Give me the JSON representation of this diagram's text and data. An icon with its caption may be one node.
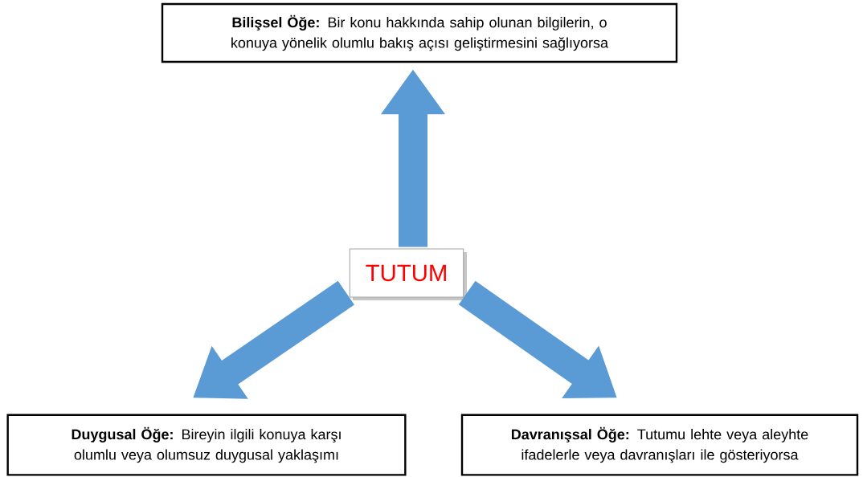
{
  "diagram": {
    "nodes": [
      {
        "text": [
          "**Bilişsel Öğe:** Bir konu hakkında sahip olunan bilgilerin, o konuya yönelik olumlu bakış açısı geliştirmesini sağlıyorsa"
        ]
      },
      {
        "text": [
          "TUTUM"
        ]
      },
      {
        "text": [
          "**Duygusal Öğe:** Bireyin ilgili konuya karşı olumlu veya olumsuz duygusal yaklaşımı"
        ]
      },
      {
        "text": [
          "**Davranışsal Öğe:** Tutumu lehte veya aleyhte ifadelerle veya davranışları ile gösteriyorsa"
        ]
      }
    ],
    "edges": [
      {
        "from": 1,
        "to": 0,
        "arrow": "to"
      },
      {
        "from": 1,
        "to": 2,
        "arrow": "to"
      },
      {
        "from": 1,
        "to": 3,
        "arrow": "to"
      }
    ]
  }
}
